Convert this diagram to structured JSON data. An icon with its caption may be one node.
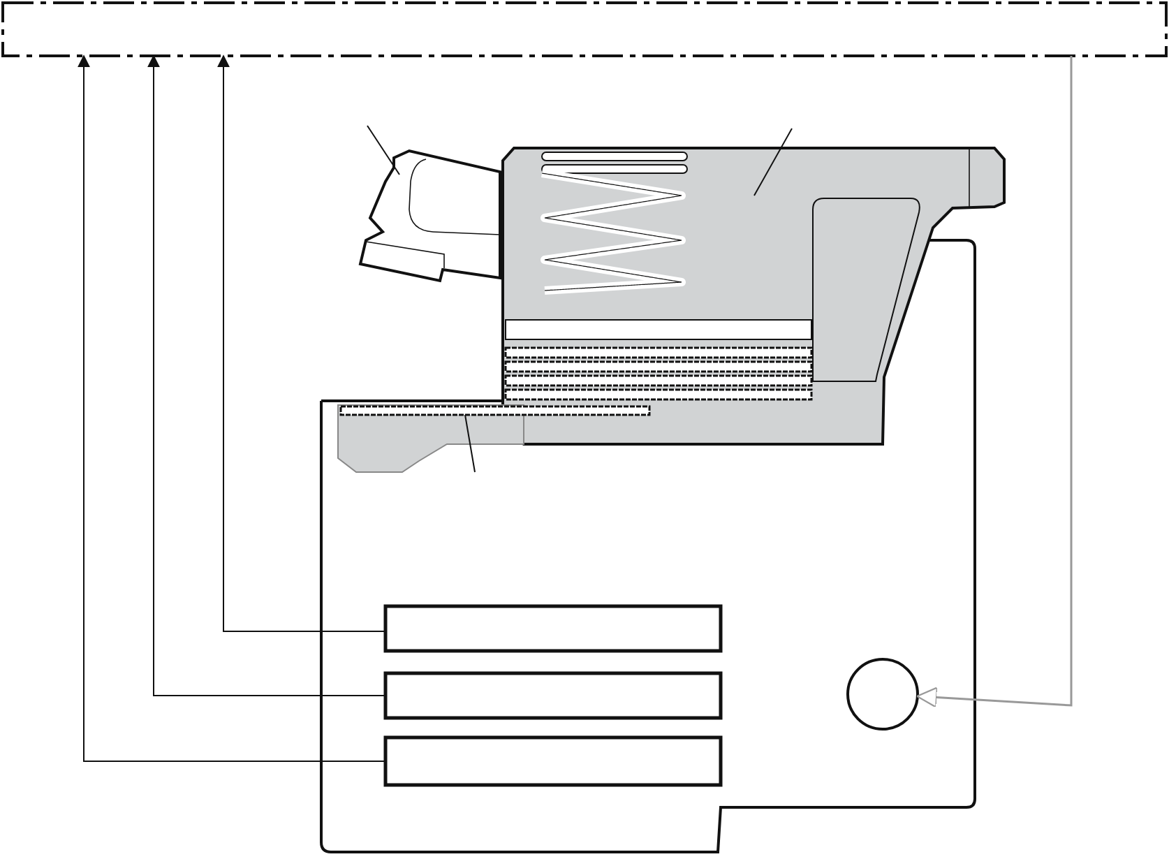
{
  "diagram": {
    "nodes": [
      {
        "text": [],
        "shape": "box"
      },
      {
        "text": [],
        "shape": "box"
      },
      {
        "text": [],
        "shape": "box"
      },
      {
        "text": [],
        "shape": "bar"
      },
      {
        "text": [],
        "shape": "box"
      },
      {
        "text": [],
        "shape": "box"
      },
      {
        "text": [],
        "shape": "box"
      },
      {
        "text": [],
        "shape": "circle"
      }
    ],
    "edges": [
      {
        "from": 6,
        "to": 0,
        "arrow": "to"
      },
      {
        "from": 5,
        "to": 0,
        "arrow": "to"
      },
      {
        "from": 4,
        "to": 0,
        "arrow": "to"
      },
      {
        "from": 0,
        "to": 7,
        "arrow": "to",
        "color": "#999999"
      },
      {
        "from": null,
        "to": 1,
        "arrow": "none"
      },
      {
        "from": null,
        "to": 2,
        "arrow": "none"
      },
      {
        "from": null,
        "to": 3,
        "arrow": "none"
      }
    ]
  }
}
